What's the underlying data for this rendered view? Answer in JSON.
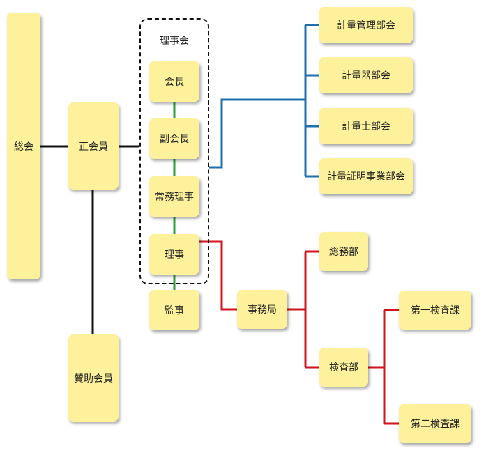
{
  "diagram": {
    "board_group": {
      "label": "理事会"
    },
    "nodes": {
      "soukai": "総会",
      "seikaiin": "正会員",
      "sanjo": "賛助会員",
      "kaicho": "会長",
      "fukukaicho": "副会長",
      "jomu": "常務理事",
      "riji": "理事",
      "kanji": "監事",
      "jimukyoku": "事務局",
      "somubu": "総務部",
      "kensabu": "検査部",
      "kensa1": "第一検査課",
      "kensa2": "第二検査課",
      "kanri_bukai": "計量管理部会",
      "kiki_bukai": "計量器部会",
      "shi_bukai": "計量士部会",
      "shomei_bukai": "計量証明事業部会"
    },
    "colors": {
      "node_fill": "#fdf19b",
      "membership_line": "#111111",
      "board_line": "#2e9e3c",
      "committee_line": "#1e6fb0",
      "secretariat_line": "#d2141c"
    }
  }
}
